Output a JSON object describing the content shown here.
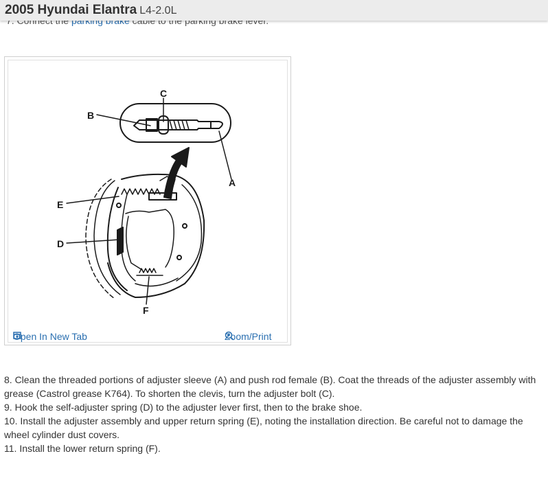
{
  "header": {
    "make_model": "2005 Hyundai Elantra",
    "engine": "L4-2.0L"
  },
  "previous_step": {
    "prefix": "7. Connect the",
    "link": "parking brake",
    "suffix": "cable to the parking brake lever."
  },
  "figure": {
    "callouts": [
      "A",
      "B",
      "C",
      "D",
      "E",
      "F"
    ],
    "open_label": "Open In New Tab",
    "open_icon": "open-in-new-tab-icon",
    "zoom_label": "Zoom/Print",
    "zoom_icon": "magnifier-plus-icon"
  },
  "steps": [
    " 8. Clean the threaded portions of adjuster sleeve (A) and push rod female (B). Coat the threads of the adjuster assembly with grease (Castrol grease K764). To shorten the clevis, turn the adjuster bolt (C).",
    " 9. Hook the self-adjuster spring (D) to the adjuster lever first, then to the brake shoe.",
    "10. Install the adjuster assembly and upper return spring (E), noting the installation direction. Be careful not to damage the wheel cylinder dust covers.",
    "11. Install the lower return spring (F)."
  ],
  "colors": {
    "link": "#2a6fb0",
    "header_bg": "#ececec"
  }
}
